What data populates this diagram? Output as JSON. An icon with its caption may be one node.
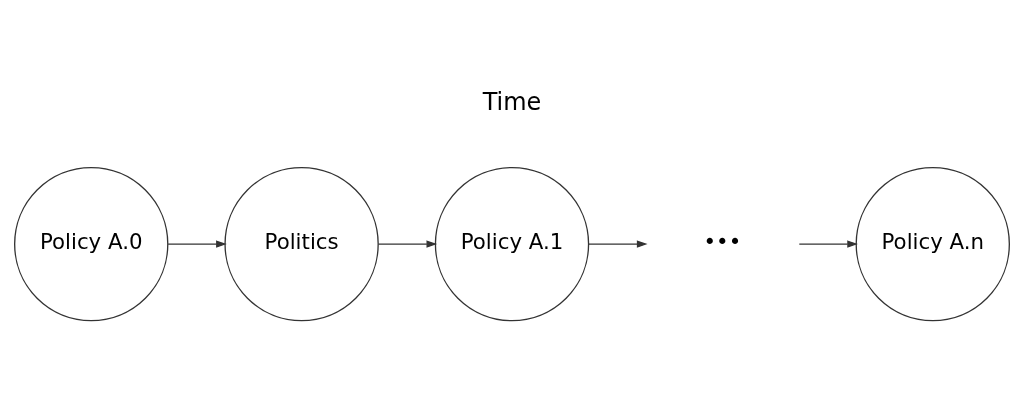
{
  "diagram": {
    "nodes": [
      {
        "text": [
          "Policy A.0"
        ]
      },
      {
        "text": [
          "Politics"
        ]
      },
      {
        "text": [
          "Policy A.1"
        ]
      },
      {
        "text": [
          "•••"
        ]
      },
      {
        "text": [
          "Policy A.n"
        ]
      }
    ],
    "edges": [
      {
        "from": 0,
        "to": 1,
        "arrow": "to"
      },
      {
        "from": 1,
        "to": 2,
        "arrow": "to"
      },
      {
        "from": 2,
        "to": 3,
        "arrow": "to"
      },
      {
        "from": 3,
        "to": 4,
        "arrow": "to"
      }
    ],
    "labels": [
      "Time"
    ]
  }
}
